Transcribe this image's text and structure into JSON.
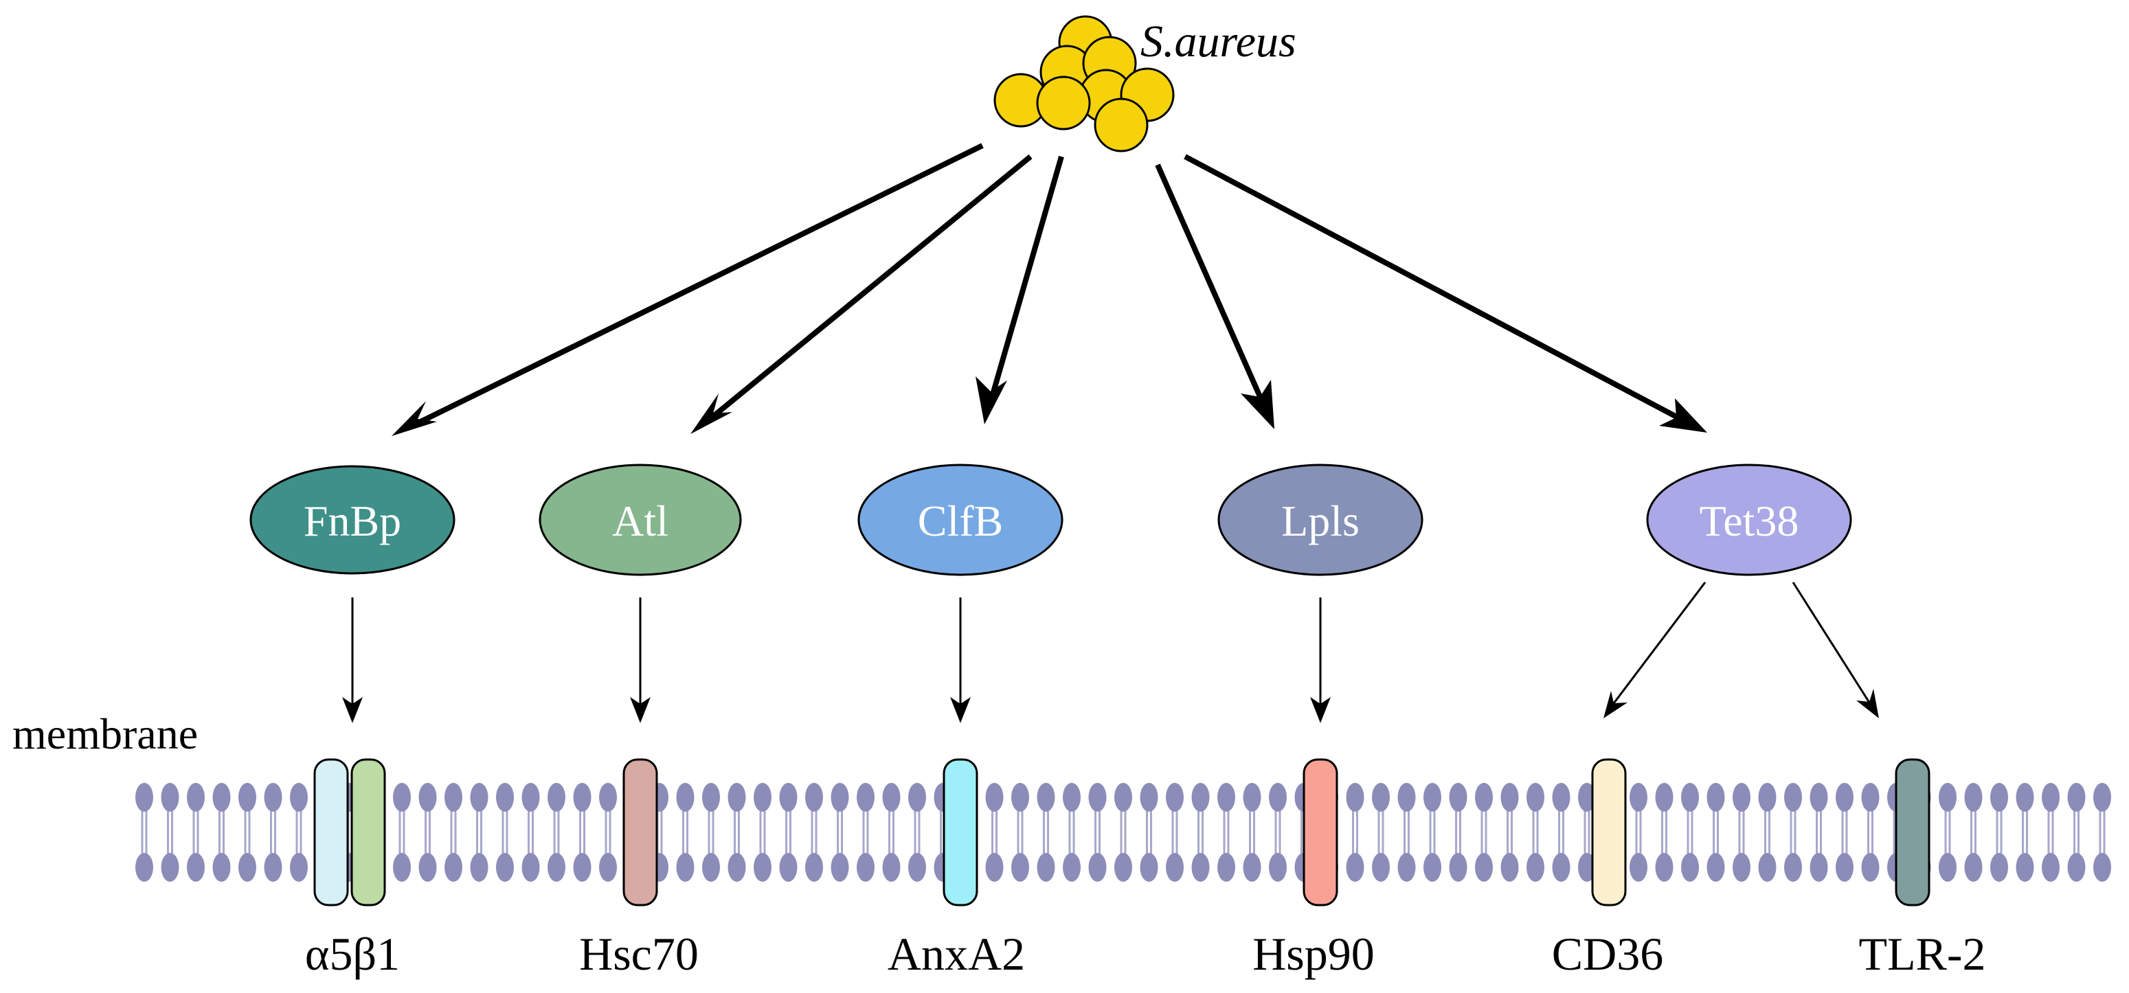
{
  "bacteria": {
    "label": "S.aureus",
    "color": "#f5d20a"
  },
  "membrane_label": "membrane",
  "adhesins": [
    {
      "label": "FnBp",
      "color": "#3e9089"
    },
    {
      "label": "Atl",
      "color": "#86b68e"
    },
    {
      "label": "ClfB",
      "color": "#76a9e3"
    },
    {
      "label": "Lpls",
      "color": "#8591b7"
    },
    {
      "label": "Tet38",
      "color": "#aaa8e6"
    }
  ],
  "receptors": [
    {
      "label": "α5β1",
      "colors": [
        "#d6f0f5",
        "#bcdba5"
      ],
      "bound_by": "FnBp"
    },
    {
      "label": "Hsc70",
      "colors": [
        "#d7aaa3"
      ],
      "bound_by": "Atl"
    },
    {
      "label": "AnxA2",
      "colors": [
        "#9eeff9"
      ],
      "bound_by": "ClfB"
    },
    {
      "label": "Hsp90",
      "colors": [
        "#f9a195"
      ],
      "bound_by": "Lpls"
    },
    {
      "label": "CD36",
      "colors": [
        "#fdf0cf"
      ],
      "bound_by": "Tet38"
    },
    {
      "label": "TLR-2",
      "colors": [
        "#7f9e9d"
      ],
      "bound_by": "Tet38"
    }
  ],
  "membrane_color": "#8c8cb8"
}
